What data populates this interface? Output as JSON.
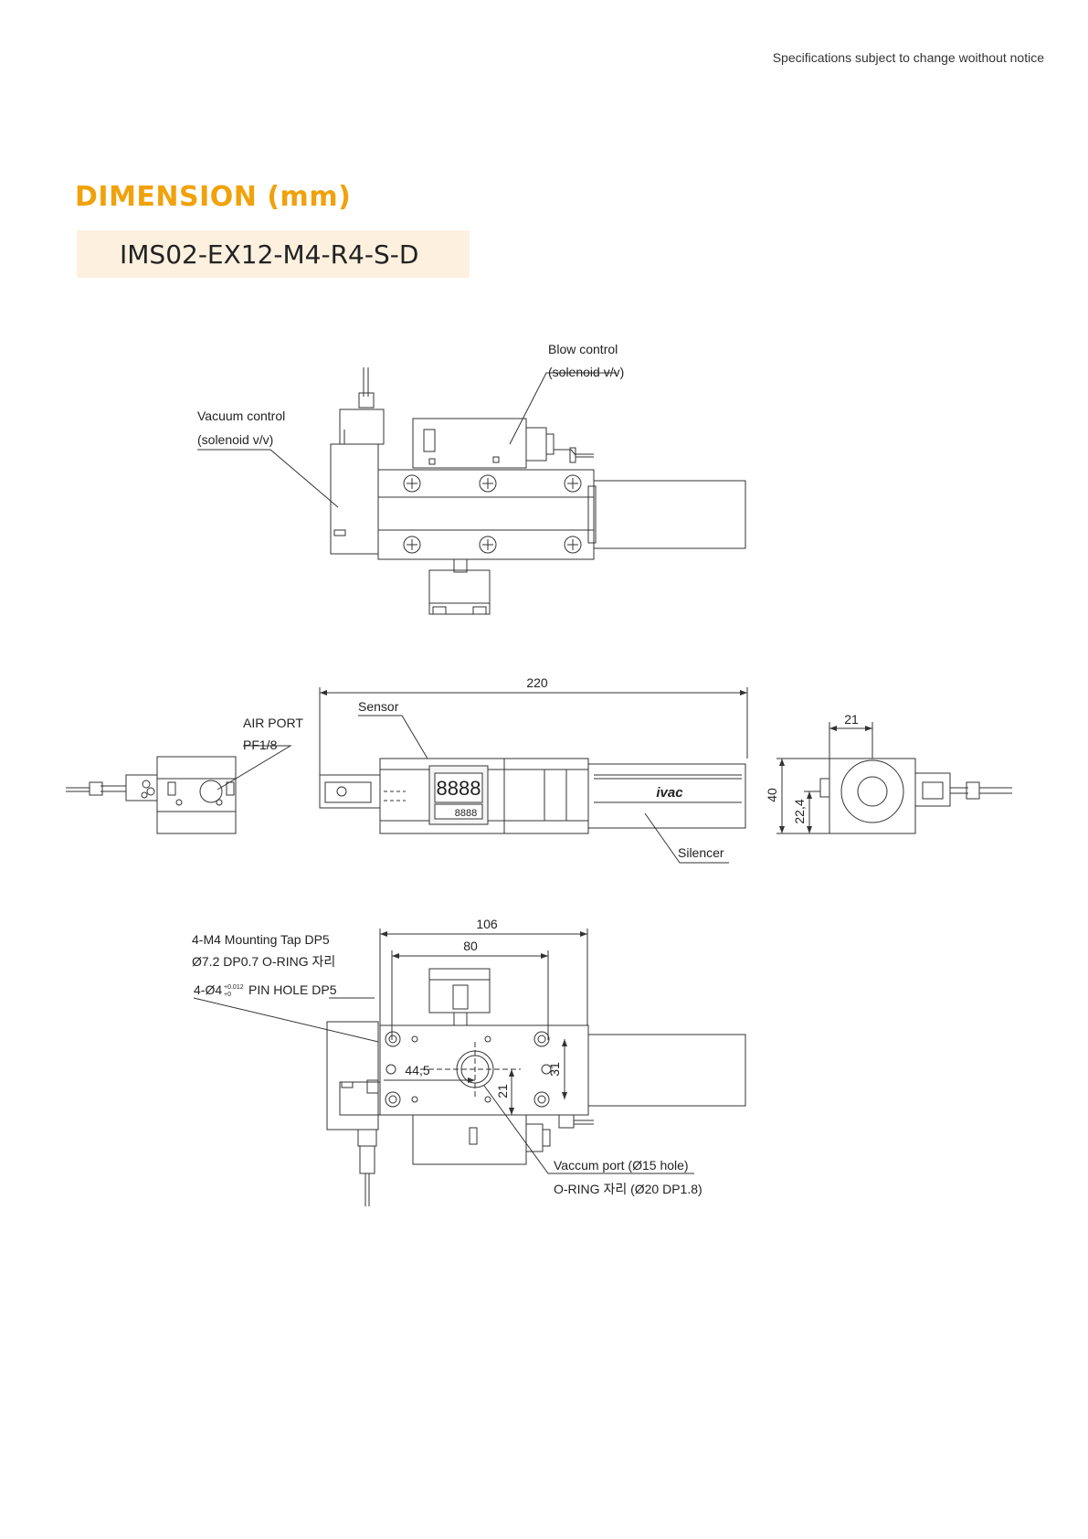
{
  "header": {
    "notice": "Specifications subject to change woithout notice"
  },
  "title": "DIMENSION (mm)",
  "model": "IMS02-EX12-M4-R4-S-D",
  "top_view": {
    "label_vacuum_control": "Vacuum control",
    "label_vacuum_control_sub": "(solenoid v/v)",
    "label_blow_control": "Blow control",
    "label_blow_control_sub": "(solenoid v/v)"
  },
  "side_view": {
    "label_air_port": "AIR PORT",
    "label_air_port_size": "PF1/8",
    "label_sensor": "Sensor",
    "label_silencer": "Silencer",
    "sensor_display": "8888",
    "sensor_sub_display": "8888",
    "brand": "ivac",
    "dim_length": "220",
    "dim_width": "21",
    "dim_height": "40",
    "dim_port_height": "22,4"
  },
  "bottom_view": {
    "label_mounting_tap": "4-M4 Mounting Tap DP5",
    "label_oring_small": "Ø7.2 DP0.7 O-RING 자리",
    "label_pin_hole_prefix": "4-Ø4",
    "label_pin_hole_tol_upper": "+0.012",
    "label_pin_hole_tol_lower": "+0",
    "label_pin_hole_suffix": "PIN HOLE DP5",
    "label_vacuum_port": "Vaccum port (Ø15 hole)",
    "label_oring_large": "O-RING 자리 (Ø20 DP1.8)",
    "dim_106": "106",
    "dim_80": "80",
    "dim_44_5": "44,5",
    "dim_31": "31",
    "dim_21": "21"
  }
}
